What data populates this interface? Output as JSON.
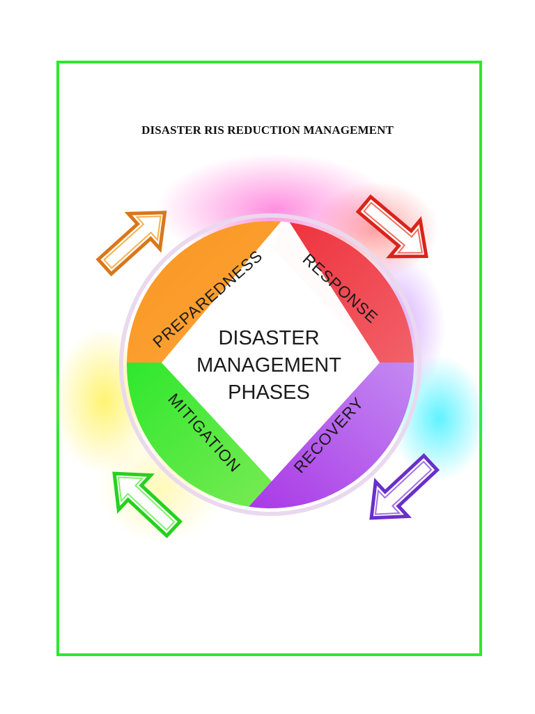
{
  "document": {
    "title": "DISASTER RIS REDUCTION MANAGEMENT",
    "frame_color": "#2ee82e"
  },
  "diagram": {
    "center_lines": [
      "DISASTER",
      "MANAGEMENT",
      "PHASES"
    ],
    "phases": [
      {
        "label": "PREPAREDNESS",
        "color": "#f7941d",
        "arrow_color": "#d9771a",
        "arrow": "up-right"
      },
      {
        "label": "RESPONSE",
        "color": "#ec3a3a",
        "arrow_color": "#d9241c",
        "arrow": "down-right"
      },
      {
        "label": "RECOVERY",
        "color": "#b24de0",
        "arrow_color": "#6a2fc9",
        "arrow": "down-left"
      },
      {
        "label": "MITIGATION",
        "color": "#3ee03e",
        "arrow_color": "#25d11f",
        "arrow": "up-left"
      }
    ]
  }
}
